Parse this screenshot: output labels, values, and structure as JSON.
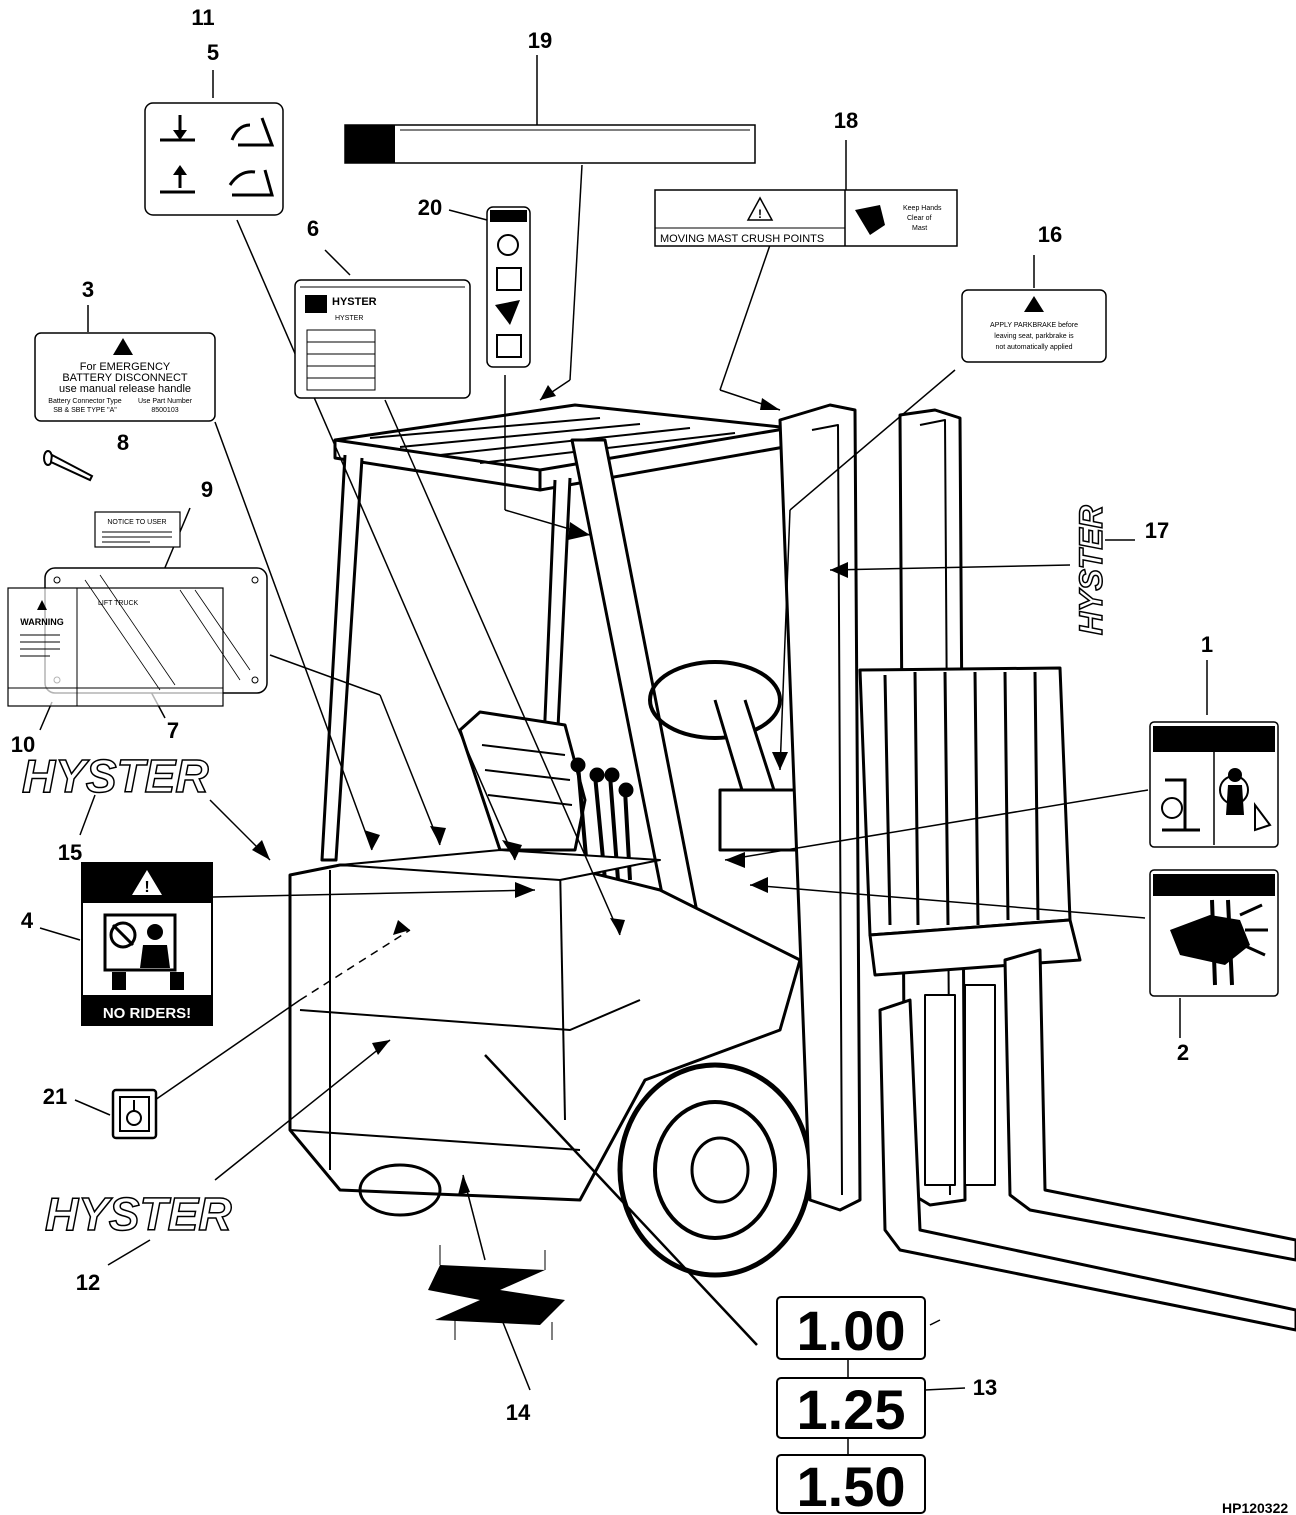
{
  "callouts": [
    "1",
    "2",
    "3",
    "4",
    "5",
    "6",
    "7",
    "8",
    "9",
    "10",
    "11",
    "12",
    "13",
    "14",
    "15",
    "16",
    "17",
    "18",
    "19",
    "20",
    "21"
  ],
  "decals": {
    "battery": {
      "line1": "For EMERGENCY",
      "line2": "BATTERY DISCONNECT",
      "line3": "use manual release handle",
      "col1_head": "Battery Connector Type",
      "col2_head": "Use Part Number",
      "col1_val": "SB & SBE TYPE \"A\"",
      "col2_val": "8500103"
    },
    "mast_crush": {
      "text": "MOVING MAST CRUSH POINTS",
      "hands1": "Keep Hands",
      "hands2": "Clear of",
      "hands3": "Mast"
    },
    "parkbrake": {
      "line1": "APPLY PARKBRAKE before",
      "line2": "leaving seat, parkbrake is",
      "line3": "not automatically applied"
    },
    "notice": "NOTICE TO USER",
    "warning": "WARNING",
    "nameplate": {
      "brand": "HYSTER",
      "small": "HYSTER"
    },
    "lift_truck": "LIFT TRUCK",
    "no_riders": "NO RIDERS!",
    "brand_logo": "HYSTER",
    "capacity": [
      "1.00",
      "1.25",
      "1.50"
    ]
  },
  "figure_id": "HP120322"
}
